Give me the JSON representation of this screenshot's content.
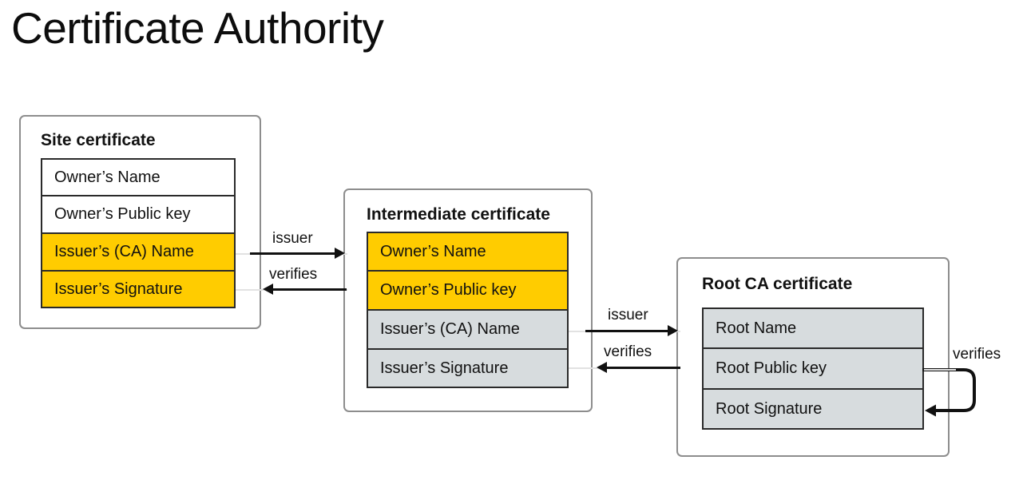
{
  "title": "Certificate Authority",
  "colors": {
    "yellow": "#FFCC00",
    "gray": "#D7DCDE",
    "card_border": "#8d8d8d",
    "row_border": "#2a2a2a",
    "text": "#111111",
    "hairline": "#e2e2e2"
  },
  "certificates": [
    {
      "id": "site",
      "title": "Site certificate",
      "rows": [
        {
          "label": "Owner’s Name",
          "fill": "plain"
        },
        {
          "label": "Owner’s Public key",
          "fill": "plain"
        },
        {
          "label": "Issuer’s (CA) Name",
          "fill": "yellow"
        },
        {
          "label": "Issuer’s Signature",
          "fill": "yellow"
        }
      ]
    },
    {
      "id": "intermediate",
      "title": "Intermediate certificate",
      "rows": [
        {
          "label": "Owner’s Name",
          "fill": "yellow"
        },
        {
          "label": "Owner’s Public key",
          "fill": "yellow"
        },
        {
          "label": "Issuer’s (CA) Name",
          "fill": "gray"
        },
        {
          "label": "Issuer’s Signature",
          "fill": "gray"
        }
      ]
    },
    {
      "id": "root",
      "title": "Root CA certificate",
      "rows": [
        {
          "label": "Root Name",
          "fill": "gray"
        },
        {
          "label": "Root Public key",
          "fill": "gray"
        },
        {
          "label": "Root Signature",
          "fill": "gray"
        }
      ]
    }
  ],
  "connectors": {
    "site_to_intermediate": {
      "issuer_label": "issuer",
      "verifies_label": "verifies"
    },
    "intermediate_to_root": {
      "issuer_label": "issuer",
      "verifies_label": "verifies"
    },
    "root_self": {
      "verifies_label": "verifies"
    }
  }
}
